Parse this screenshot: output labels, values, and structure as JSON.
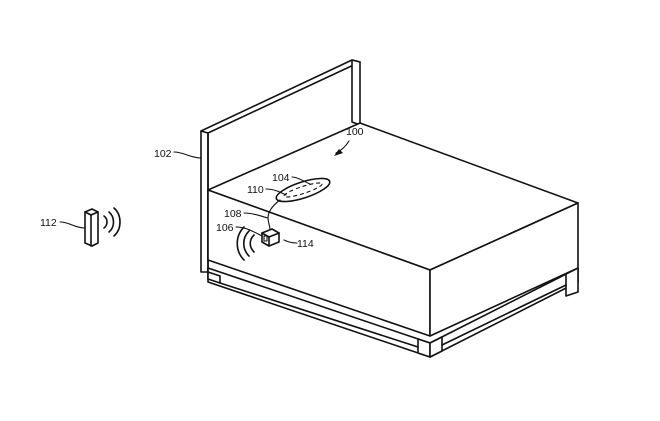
{
  "figure": {
    "labels": {
      "assembly": "100",
      "bed": "102",
      "sensor_strip": "104",
      "controller": "106",
      "cable": "108",
      "strip_element": "110",
      "remote_device": "112",
      "wireless_signal": "114"
    }
  }
}
